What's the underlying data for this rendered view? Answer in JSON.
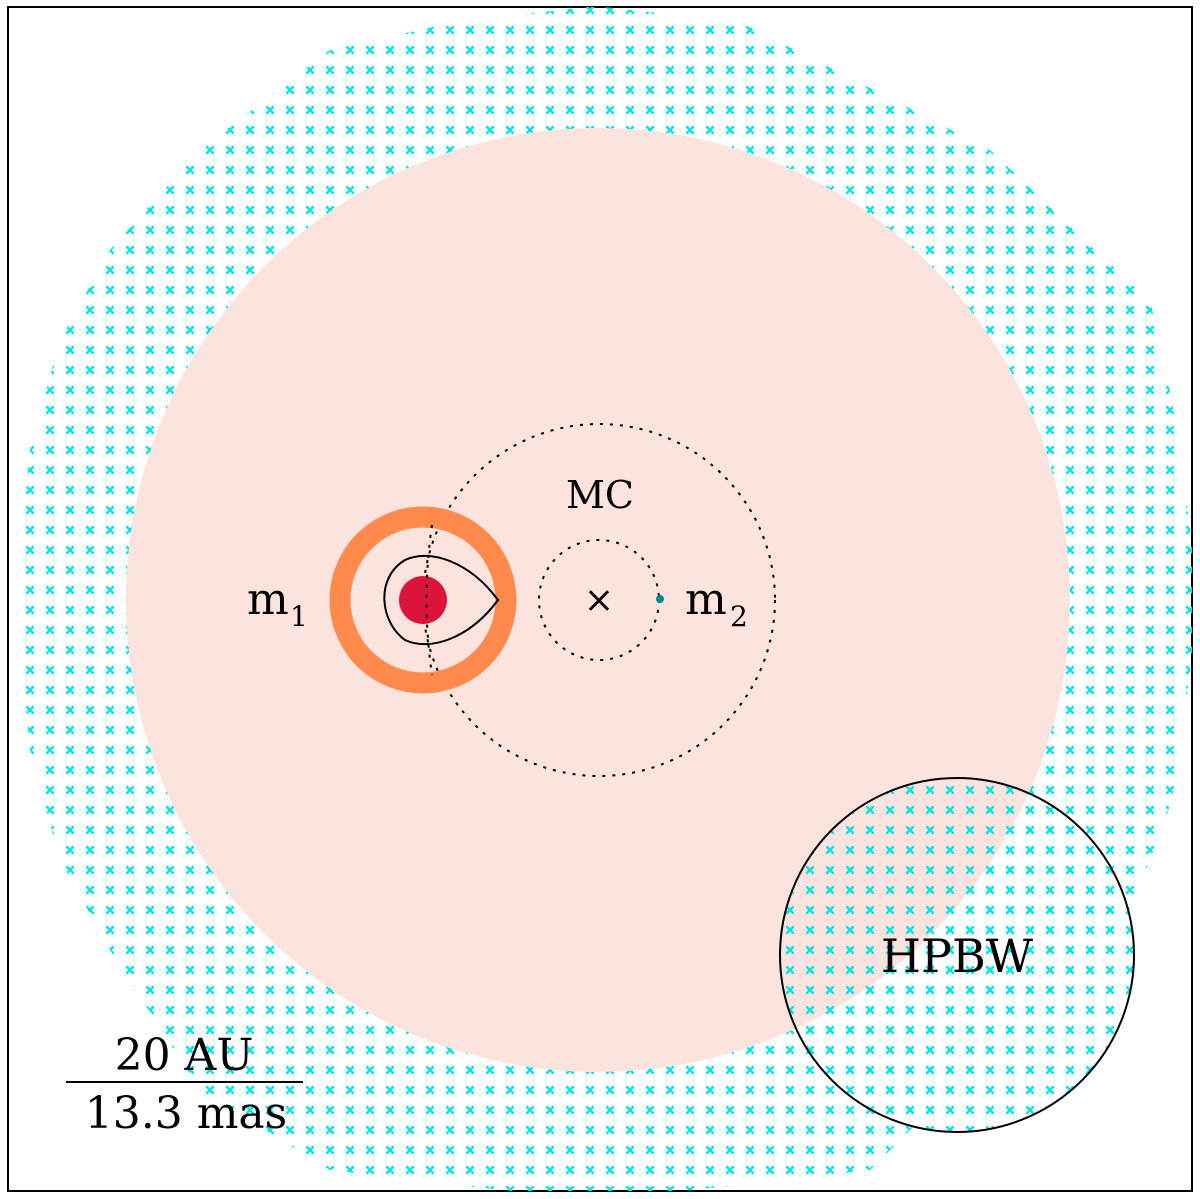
{
  "colors": {
    "frame": "#000000",
    "outer_cross_pattern": "#00e5e5",
    "inner_disk": "#fde3dd",
    "primary_star": "#dc143c",
    "ring": "#ff8a4c",
    "secondary_star": "#008b8b",
    "lines": "#000000"
  },
  "labels": {
    "mc": "MC",
    "m1_base": "m",
    "m1_sub": "1",
    "m2_base": "m",
    "m2_sub": "2",
    "hpbw": "HPBW",
    "center_marker": "×",
    "scale_top": "20 AU",
    "scale_bottom": "13.3 mas"
  },
  "icons": {
    "center_of_mass": "x-mark-icon"
  }
}
